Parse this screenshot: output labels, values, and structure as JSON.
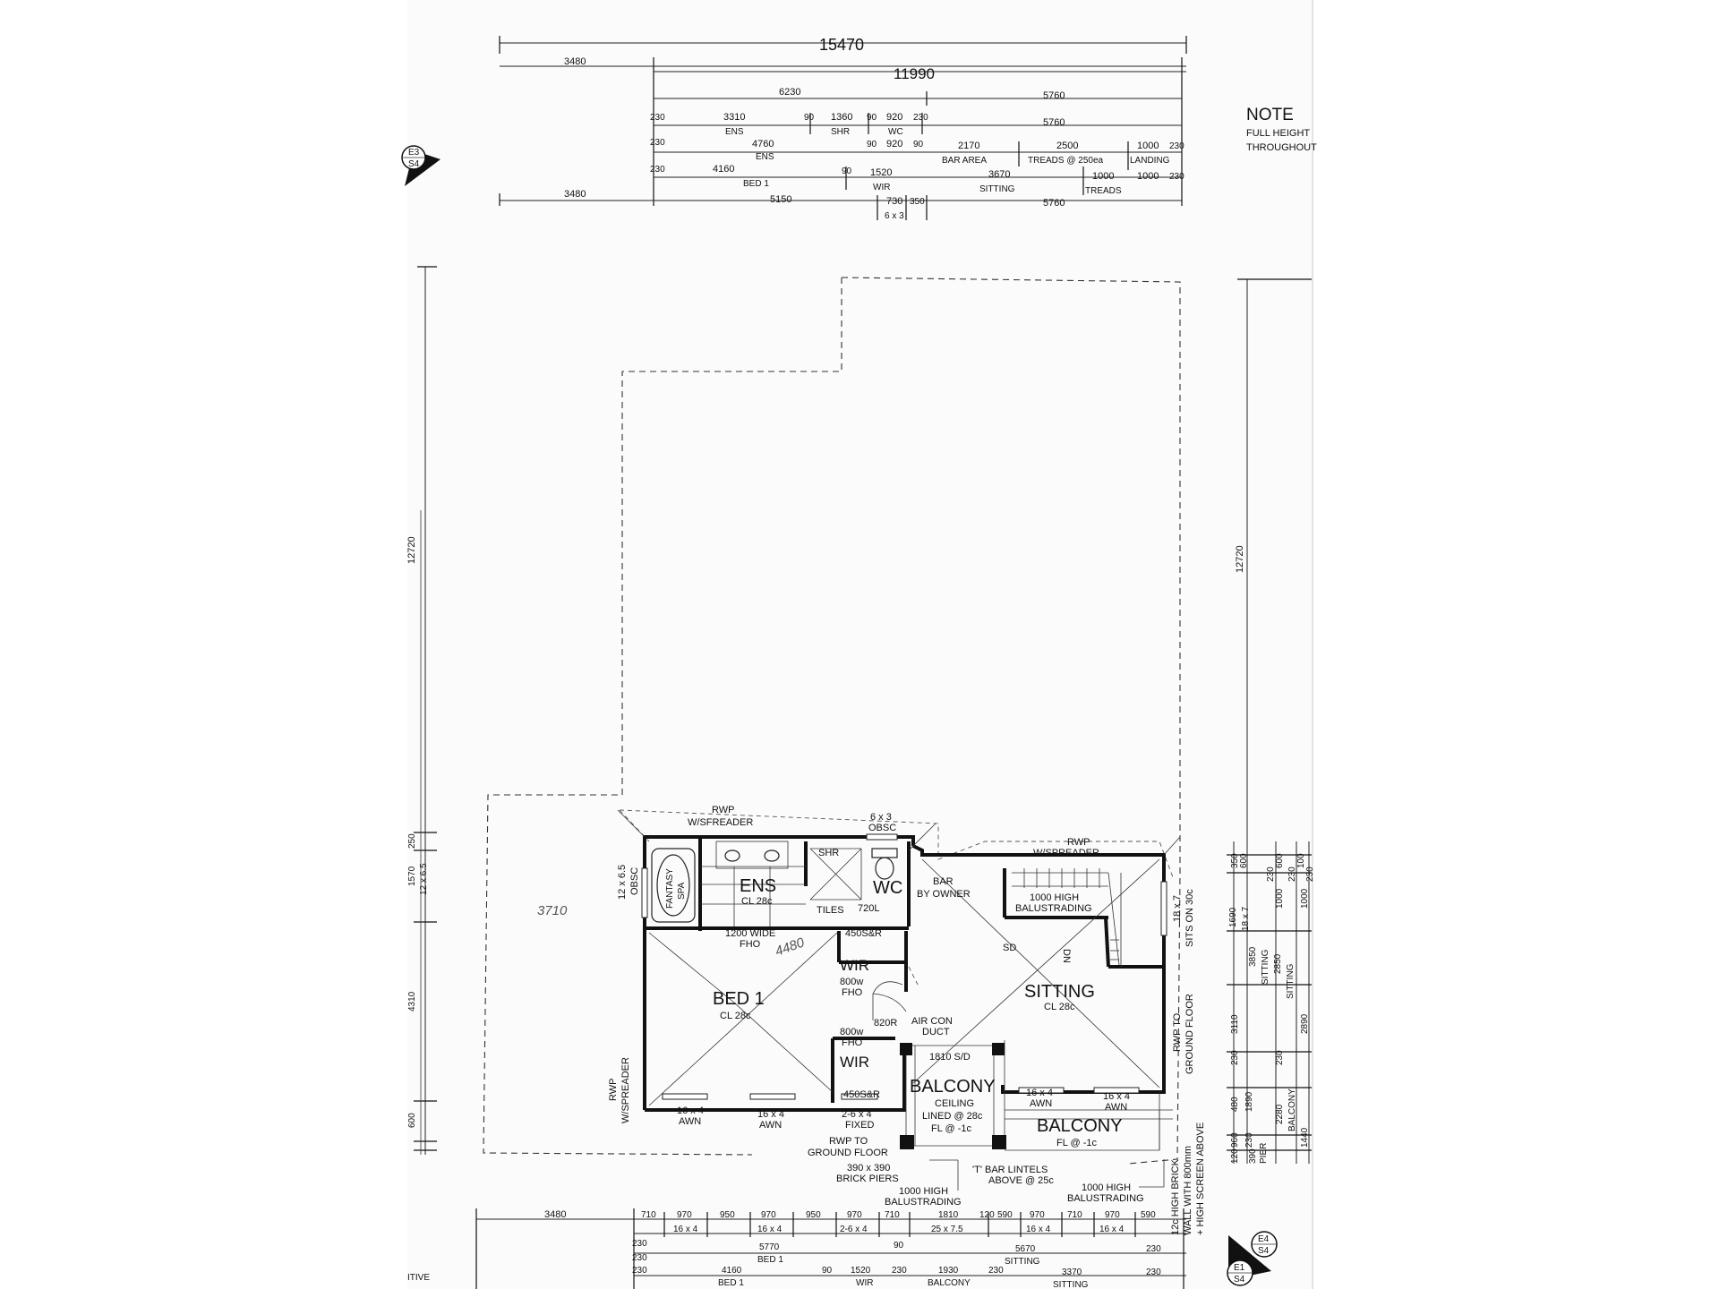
{
  "dims_top": {
    "overall": "15470",
    "left_offset": "3480",
    "inner_total": "11990",
    "r1_a": "6230",
    "r1_b": "5760",
    "r2_a": "230",
    "r2_b": "3310",
    "r2_b_lbl": "ENS",
    "r2_c": "90",
    "r2_d": "1360",
    "r2_d_lbl": "SHR",
    "r2_e": "90",
    "r2_f": "920",
    "r2_f_lbl": "WC",
    "r2_g": "230",
    "r2_h": "5760",
    "r3_a": "230",
    "r3_b": "4760",
    "r3_b_lbl": "ENS",
    "r3_c": "90",
    "r3_d": "920",
    "r3_e": "90",
    "r3_f": "2170",
    "r3_f_lbl": "BAR AREA",
    "r3_g": "2500",
    "r3_g_lbl": "TREADS @ 250ea",
    "r3_h": "1000",
    "r3_h_lbl": "LANDING",
    "r3_i": "230",
    "r4_a": "230",
    "r4_b": "4160",
    "r4_b_lbl": "BED 1",
    "r4_c": "90",
    "r4_d": "1520",
    "r4_d_lbl": "WIR",
    "r4_f": "3670",
    "r4_f_lbl": "SITTING",
    "r4_g": "1000",
    "r4_g_lbl": "TREADS",
    "r4_h": "1000",
    "r4_i": "230",
    "r5_left": "3480",
    "r5_a": "5150",
    "r5_b": "730",
    "r5_c": "350",
    "r5_d": "5760",
    "r5_sub": "6 x 3"
  },
  "note": {
    "title": "NOTE",
    "line1": "FULL HEIGHT",
    "line2": "THROUGHOUT"
  },
  "section_marker_tl": {
    "top": "E3",
    "bottom": "S4"
  },
  "dims_left": {
    "total": "12720",
    "a": "250",
    "b": "1570",
    "c": "12 x 6.5",
    "d": "4310",
    "e": "600"
  },
  "dims_right": {
    "total": "12720",
    "c1": [
      "350",
      "600",
      "230",
      "600",
      "230",
      "100",
      "230",
      "1000",
      "1000"
    ],
    "c2": [
      "1690",
      "18 x 7",
      "3850",
      "SITTING",
      "2850",
      "SITTING",
      "3110",
      "2890",
      "230",
      "230"
    ],
    "c3": [
      "480",
      "1890",
      "2280",
      "BALCONY",
      "960",
      "1440",
      "230",
      "390",
      "PIER",
      "120"
    ]
  },
  "rooms": {
    "ens": "ENS",
    "ens_cl": "CL 28c",
    "shr": "SHR",
    "tiles": "TILES",
    "tiles_note": "720L",
    "wc": "WC",
    "bed1": "BED 1",
    "bed1_cl": "CL 28c",
    "wir1": "WIR",
    "wir2": "WIR",
    "sitting": "SITTING",
    "sitting_cl": "CL 28c",
    "balcony1": "BALCONY",
    "balcony1_sub1": "CEILING",
    "balcony1_sub2": "LINED @ 28c",
    "balcony1_sub3": "FL @ -1c",
    "balcony2": "BALCONY",
    "balcony2_sub": "FL @ -1c",
    "bar": "BAR",
    "bar_sub": "BY OWNER",
    "spa_1": "FANTASY",
    "spa_2": "SPA",
    "sd": "SD",
    "dn": "DN"
  },
  "notes": {
    "rwp1_a": "RWP",
    "rwp1_b": "W/SFREADER",
    "rwp2_a": "RWP",
    "rwp2_b": "W/SPREADER",
    "rwp3_a": "RWP",
    "rwp3_b": "W/SPREADER",
    "rwp4_a": "RWP TO",
    "rwp4_b": "GROUND FLOOR",
    "rwp5_a": "RWP TO",
    "rwp5_b": "GROUND FLOOR",
    "obsc_a": "6 x 3",
    "obsc_b": "OBSC",
    "obsc2_a": "12 x 6.5",
    "obsc2_b": "OBSC",
    "fho_a": "1200 WIDE",
    "fho_b": "FHO",
    "s450a": "450S&R",
    "s450b": "450S&R",
    "fho2_a": "800w",
    "fho2_b": "FHO",
    "fho3_a": "800w",
    "fho3_b": "FHO",
    "d820": "820R",
    "aircon_a": "AIR CON",
    "aircon_b": "DUCT",
    "sd1810": "1810 S/D",
    "bal_a": "1000 HIGH",
    "bal_b": "BALUSTRADING",
    "sits_a": "18 x 7",
    "sits_b": "SITS ON 30c",
    "w1_a": "16 x 4",
    "w1_b": "AWN",
    "w2_a": "16 x 4",
    "w2_b": "AWN",
    "w3_a": "2-6 x 4",
    "w3_b": "FIXED",
    "w4_a": "16 x 4",
    "w4_b": "AWN",
    "w5_a": "16 x 4",
    "w5_b": "AWN",
    "piers_a": "390 x 390",
    "piers_b": "BRICK PIERS",
    "tbar_a": "'T' BAR LINTELS",
    "tbar_b": "ABOVE @ 25c",
    "bal2_a": "1000 HIGH",
    "bal2_b": "BALUSTRADING",
    "bal3_a": "1000 HIGH",
    "bal3_b": "BALUSTRADING",
    "brick_a": "12c HIGH BRICK",
    "brick_b": "WALL WITH 800mm",
    "brick_c": "+ HIGH SCREEN ABOVE",
    "hand_a": "3710",
    "hand_b": "4480"
  },
  "dims_bottom": {
    "b1": [
      "3480",
      "710",
      "970",
      "950",
      "970",
      "950",
      "970",
      "710",
      "1810",
      "120",
      "590",
      "970",
      "710",
      "970",
      "590"
    ],
    "b2": [
      "16 x 4",
      "16 x 4",
      "2-6 x 4",
      "25 x 7.5",
      "16 x 4",
      "16 x 4"
    ],
    "b3_a": "5770",
    "b3_b": "BED 1",
    "b3_c": "5670",
    "b3_d": "SITTING",
    "b3_e": "230",
    "b3_f": "90",
    "b3_g": "230",
    "b3_h": "230",
    "b4": [
      "230",
      "4160",
      "BED 1",
      "90",
      "1520",
      "WIR",
      "230",
      "1930",
      "BALCONY",
      "230",
      "3370",
      "SITTING",
      "230"
    ],
    "b4_left": "ITIVE"
  },
  "section_marker_br": {
    "a_top": "E4",
    "a_bot": "S4",
    "b_top": "E1",
    "b_bot": "S4"
  }
}
